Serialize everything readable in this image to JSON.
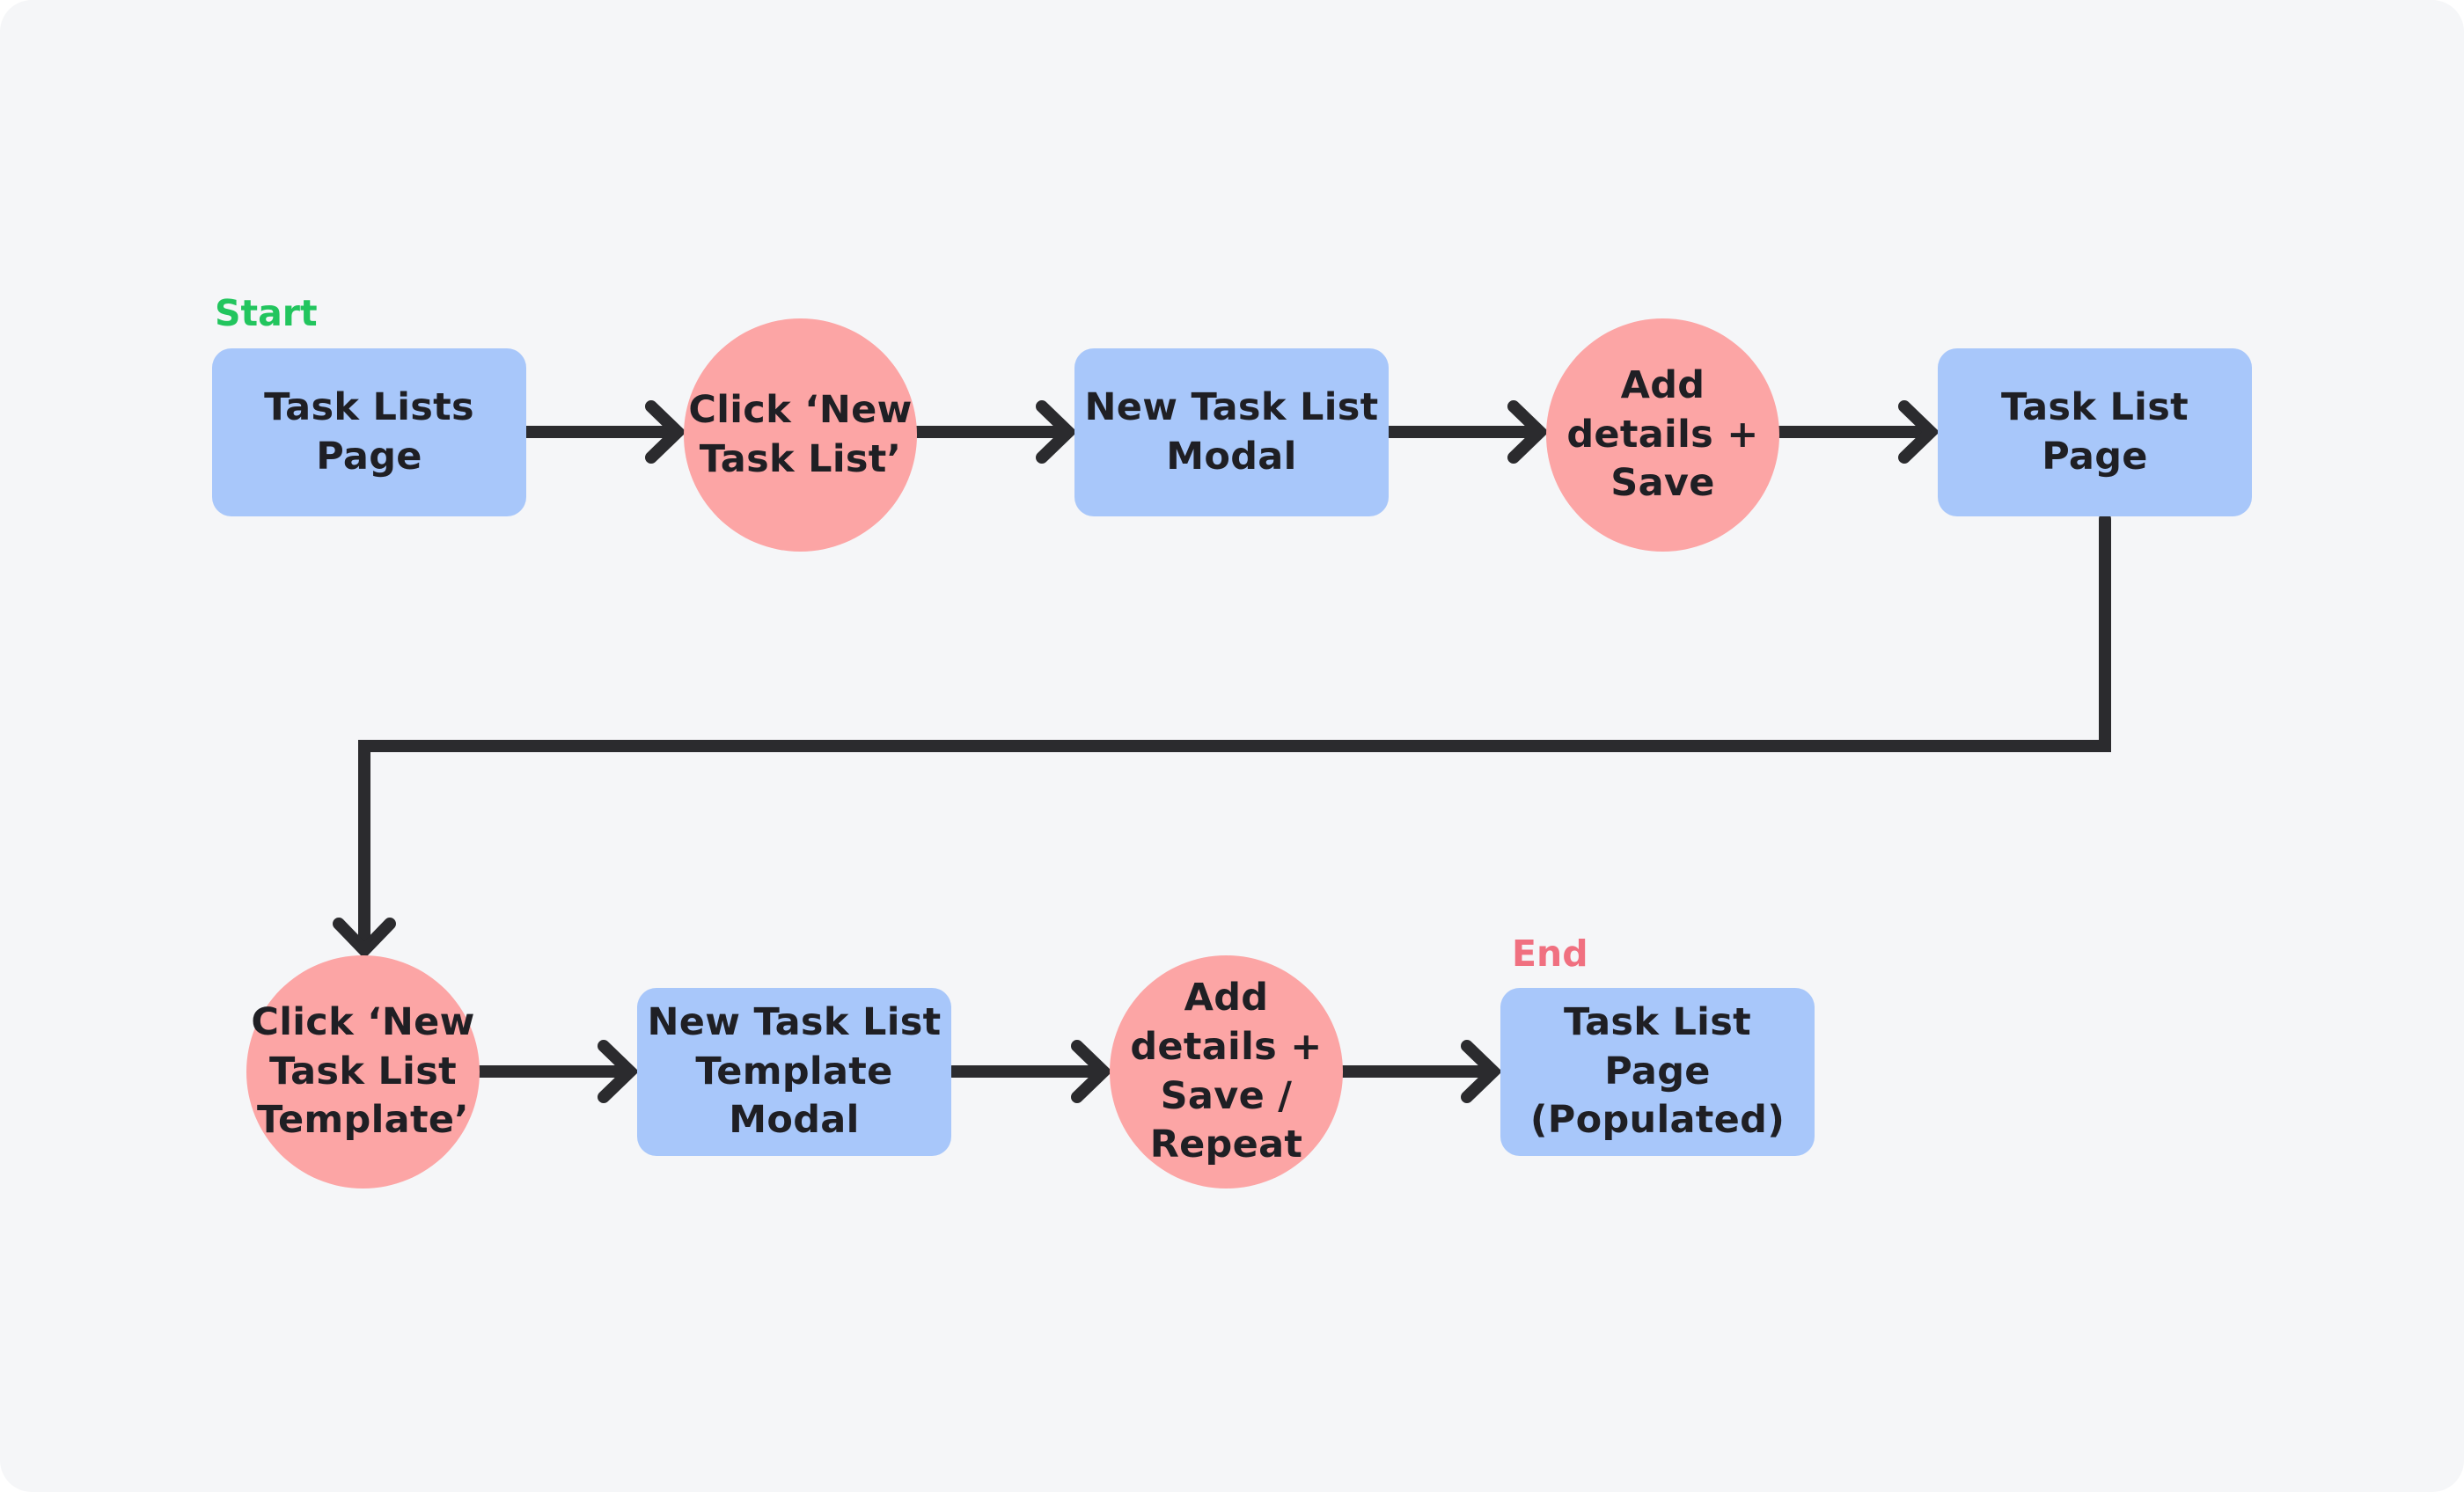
{
  "markers": {
    "start": "Start",
    "end": "End"
  },
  "nodes": {
    "task_lists_page": [
      "Task Lists",
      "Page"
    ],
    "click_new_task_list": [
      "Click ‘New",
      "Task List’"
    ],
    "new_task_list_modal": [
      "New Task List",
      "Modal"
    ],
    "add_details_save": [
      "Add",
      "details +",
      "Save"
    ],
    "task_list_page": [
      "Task List Page"
    ],
    "click_new_task_list_template": [
      "Click ‘New",
      "Task List",
      "Template’"
    ],
    "new_task_list_template_modal": [
      "New Task List",
      "Template",
      "Modal"
    ],
    "add_details_save_repeat": [
      "Add",
      "details +",
      "Save /",
      "Repeat"
    ],
    "task_list_page_populated": [
      "Task List Page",
      "(Populated)"
    ]
  },
  "colors": {
    "background": "#f5f6f8",
    "page_node": "#a8c7fa",
    "action_node": "#fca5a5",
    "connector": "#2b2b2e",
    "start_marker": "#22c55e",
    "end_marker": "#f07080"
  }
}
